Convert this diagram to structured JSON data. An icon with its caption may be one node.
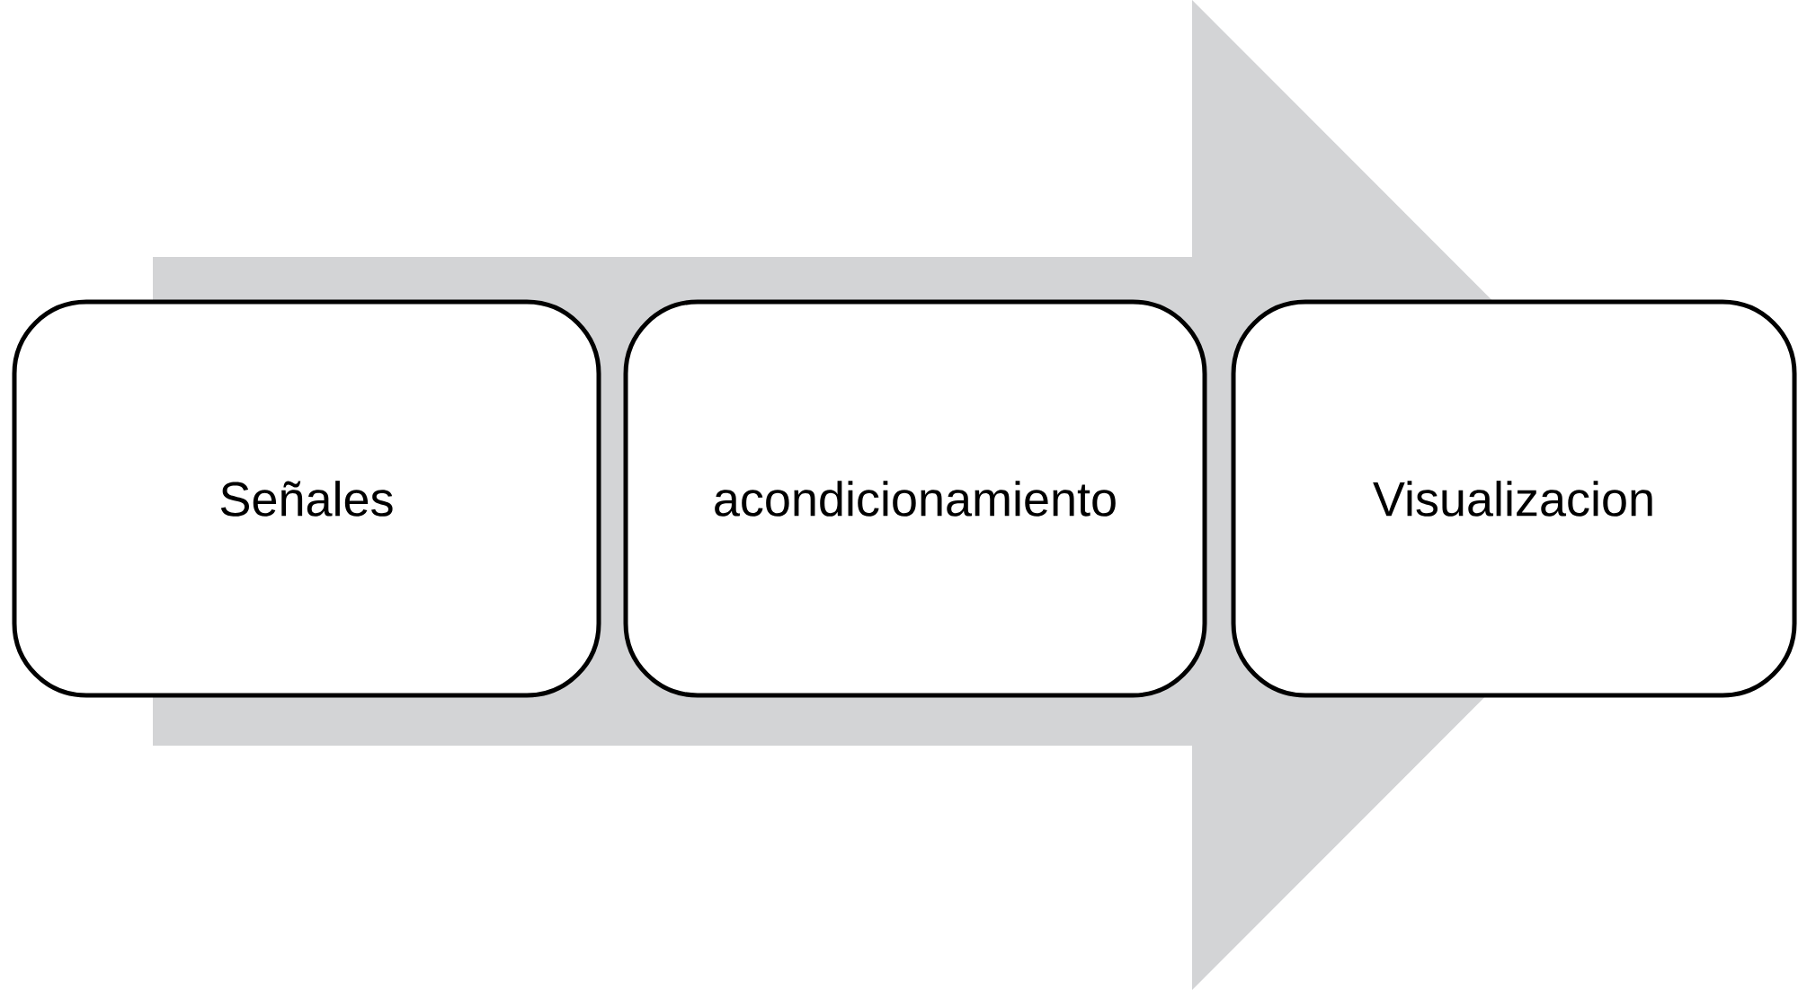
{
  "diagram": {
    "nodes": [
      {
        "text": [
          "Señales"
        ]
      },
      {
        "text": [
          "acondicionamiento"
        ]
      },
      {
        "text": [
          "Visualizacion"
        ]
      }
    ],
    "edges": [
      {
        "from": 0,
        "to": 2,
        "arrow": "to"
      }
    ]
  }
}
